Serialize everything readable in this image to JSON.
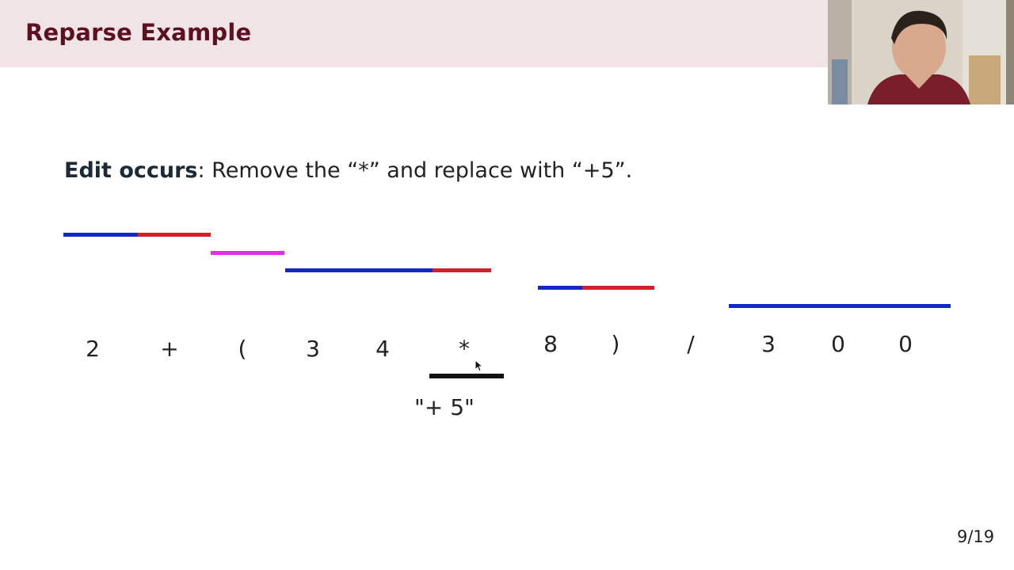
{
  "slide": {
    "title": "Reparse Example",
    "edit_label": "Edit occurs",
    "edit_text": ": Remove the “*” and replace with “+5”.",
    "tokens": [
      "2",
      "+",
      "(",
      "3",
      "4",
      "*",
      "8",
      ")",
      "/",
      "3",
      "0",
      "0"
    ],
    "insert_label": "\"+ 5\"",
    "page_number": "9/19"
  },
  "colors": {
    "header_bg": "#f1e4e7",
    "title": "#5c1020",
    "blue": "#1428c8",
    "red": "#d2202a",
    "magenta": "#e030e0",
    "black": "#111111"
  },
  "webcam": {
    "icon": "presenter-video-icon"
  }
}
